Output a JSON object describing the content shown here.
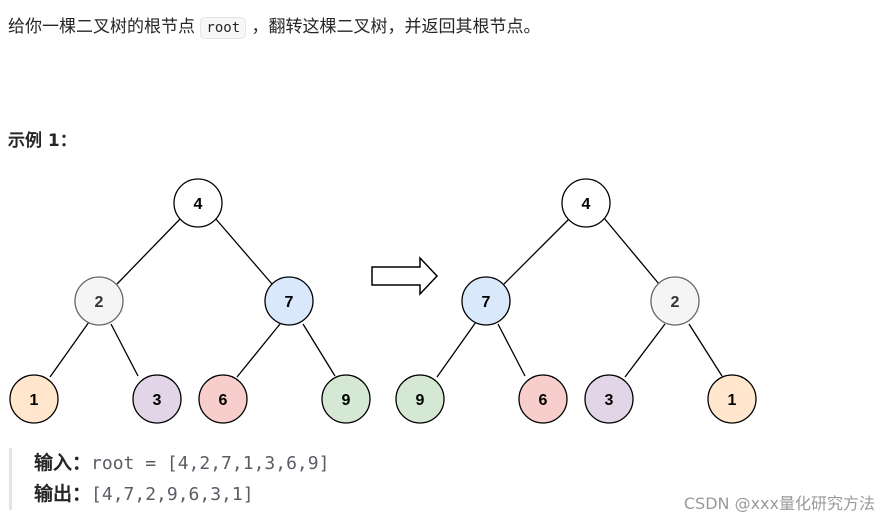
{
  "intro": {
    "before": "给你一棵二叉树的根节点",
    "code": "root",
    "after": "，翻转这棵二叉树，并返回其根节点。"
  },
  "example": {
    "title": "示例 1："
  },
  "tree_before": [
    {
      "label": "4",
      "color": "#ffffff"
    },
    {
      "label": "2",
      "color": "#f5f5f5"
    },
    {
      "label": "7",
      "color": "#dae8fc"
    },
    {
      "label": "1",
      "color": "#ffe6cc"
    },
    {
      "label": "3",
      "color": "#e1d5e7"
    },
    {
      "label": "6",
      "color": "#f8cecc"
    },
    {
      "label": "9",
      "color": "#d5e8d4"
    }
  ],
  "tree_after": [
    {
      "label": "4",
      "color": "#ffffff"
    },
    {
      "label": "7",
      "color": "#dae8fc"
    },
    {
      "label": "2",
      "color": "#f5f5f5"
    },
    {
      "label": "9",
      "color": "#d5e8d4"
    },
    {
      "label": "6",
      "color": "#f8cecc"
    },
    {
      "label": "3",
      "color": "#e1d5e7"
    },
    {
      "label": "1",
      "color": "#ffe6cc"
    }
  ],
  "io": {
    "input_label": "输入：",
    "input_value": "root = [4,2,7,1,3,6,9]",
    "output_label": "输出：",
    "output_value": "[4,7,2,9,6,3,1]"
  },
  "watermark": "CSDN @xxx量化研究方法"
}
